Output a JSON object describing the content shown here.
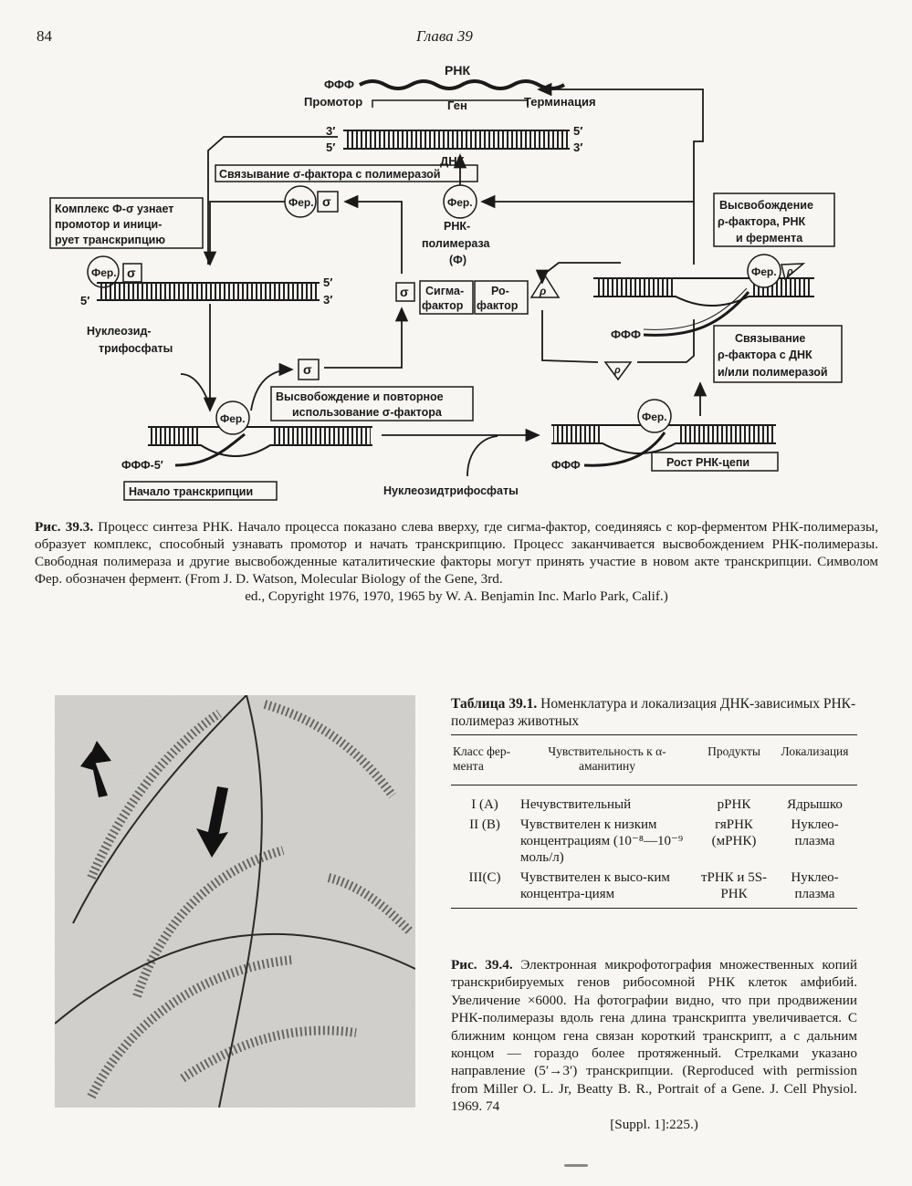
{
  "header": {
    "page_number": "84",
    "running_head": "Глава 39"
  },
  "figure1": {
    "labels": {
      "rnk": "РНК",
      "fff_top": "ФФФ",
      "promoter": "Промотор",
      "gene": "Ген",
      "termination": "Терминация",
      "three_prime": "3′",
      "five_prime": "5′",
      "dnk": "ДНК",
      "sigma_binding": "Связывание σ-фактора с полимеразой",
      "complex_l1": "Комплекс Ф-σ узнает",
      "complex_l2": "промотор и иници-",
      "complex_l3": "рует транскрипцию",
      "fer": "Фер.",
      "sigma": "σ",
      "rho": "ρ",
      "rnk_pol_l1": "РНК-",
      "rnk_pol_l2": "полимераза",
      "rnk_pol_l3": "(Ф)",
      "sigma_factor_l1": "Сигма-",
      "sigma_factor_l2": "фактор",
      "rho_factor_l1": "Ро-",
      "rho_factor_l2": "фактор",
      "release_top_l1": "Высвобождение",
      "release_top_l2": "ρ-фактора, РНК",
      "release_top_l3": "и фермента",
      "nucleotides_l1": "Нуклеозид-",
      "nucleotides_l2": "трифосфаты",
      "rho_binding_l1": "Связывание",
      "rho_binding_l2": "ρ-фактора с ДНК",
      "rho_binding_l3": "и/или полимеразой",
      "fff": "ФФФ",
      "release_sigma_l1": "Высвобождение и повторное",
      "release_sigma_l2": "использование σ-фактора",
      "fff5": "ФФФ-5′",
      "start": "Начало транскрипции",
      "ntp_bottom": "Нуклеозидтрифосфаты",
      "growth": "Рост РНК-цепи"
    },
    "caption": {
      "label": "Рис. 39.3.",
      "body": " Процесс синтеза РНК. Начало процесса показано слева вверху, где сигма-фактор, соединяясь с кор-ферментом РНК-полимеразы, образует комплекс, способный узнавать промотор и начать транскрипцию. Процесс заканчивается высвобождением РНК-полимеразы. Свободная полимераза и другие высвобожденные каталитические факторы могут принять участие в новом акте транскрипции. Символом Фер. обозначен фермент. (From J. D. Watson, Molecular Biology of the Gene, 3rd.",
      "last": "ed., Copyright 1976, 1970, 1965 by W. A. Benjamin Inc. Marlo Park, Calif.)"
    }
  },
  "table": {
    "title_label": "Таблица 39.1.",
    "title_text": " Номенклатура и локализация ДНК-зависимых РНК-полимераз животных",
    "headers": [
      "Класс фер-мента",
      "Чувствительность к α-аманитину",
      "Продукты",
      "Локализация"
    ],
    "rows": [
      [
        "I (A)",
        "Нечувствительный",
        "рРНК",
        "Ядрышко"
      ],
      [
        "II (B)",
        "Чувствителен к низким концентрациям (10⁻⁸—10⁻⁹ моль/л)",
        "гяРНК (мРНК)",
        "Нуклео-плазма"
      ],
      [
        "III(C)",
        "Чувствителен к высо-ким концентра-циям",
        "тРНК и 5S-РНК",
        "Нуклео-плазма"
      ]
    ]
  },
  "figure2": {
    "caption": {
      "label": "Рис. 39.4.",
      "body": " Электронная микрофотография множественных копий транскрибируемых генов рибосомной РНК клеток амфибий. Увеличение ×6000. На фотографии видно, что при продвижении РНК-полимеразы вдоль гена длина транскрипта увеличивается. С ближним концом гена связан короткий транскрипт, а с дальним концом — гораздо более протяженный. Стрелками указано направление (5′→3′) транскрипции. (Reproduced with permission from Miller O. L. Jr, Beatty B. R., Portrait of a Gene. J. Cell Physiol. 1969. 74",
      "last": "[Suppl. 1]:225.)"
    }
  }
}
